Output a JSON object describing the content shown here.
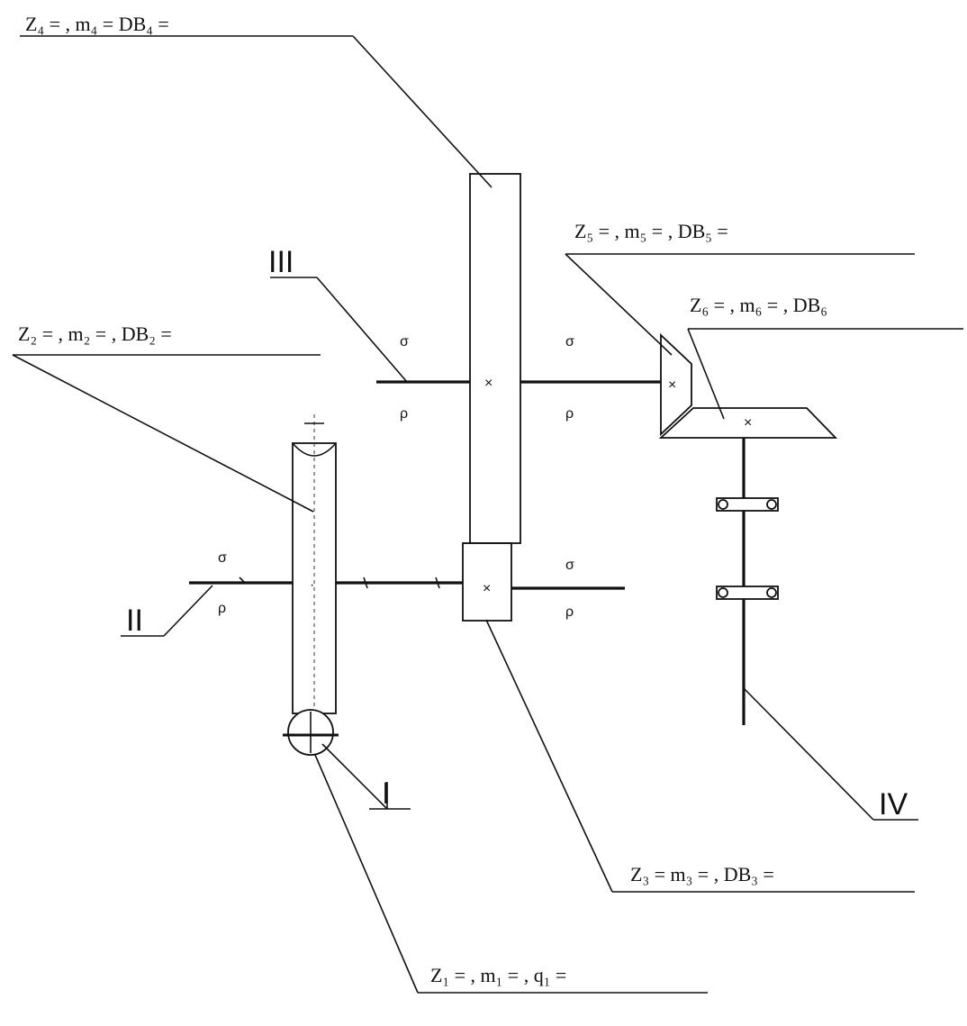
{
  "labels": {
    "gear4": "Z₄ =      , m₄ =         DВ₄ =",
    "gear5": "Z₅ =      ,  m₅ =       ,  DВ₅ =",
    "gear6": "Z₆ =      ,  m₆ =     ,  DВ₆",
    "gear2": "Z₂ =     ,  m₂ =     ,  DВ₂ =",
    "gear3": "Z₃ =         m₃ =     ,  DВ₃ =",
    "gear1": "Z₁ =     ,  m₁ =     ,  q₁ ="
  },
  "shafts": {
    "I": "I",
    "II": "II",
    "III": "III",
    "IV": "IV"
  },
  "center_mark": "×"
}
